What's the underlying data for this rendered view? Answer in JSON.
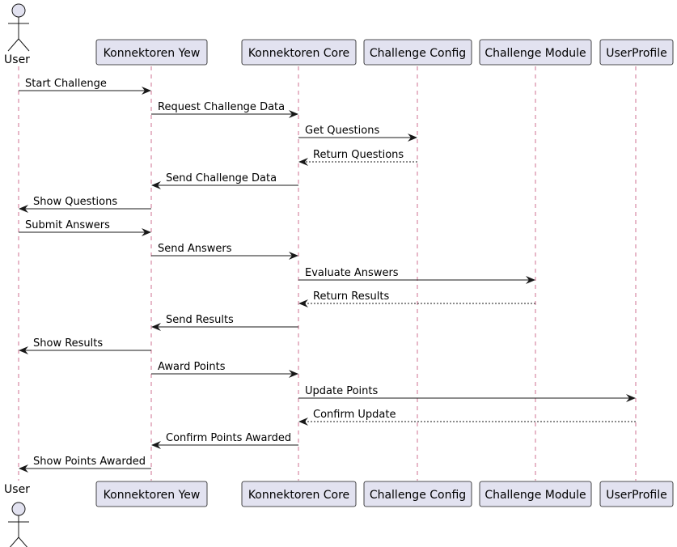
{
  "participants": [
    {
      "id": "user",
      "label": "User",
      "kind": "actor"
    },
    {
      "id": "yew",
      "label": "Konnektoren Yew",
      "kind": "participant"
    },
    {
      "id": "core",
      "label": "Konnektoren Core",
      "kind": "participant"
    },
    {
      "id": "config",
      "label": "Challenge Config",
      "kind": "participant"
    },
    {
      "id": "module",
      "label": "Challenge Module",
      "kind": "participant"
    },
    {
      "id": "profile",
      "label": "UserProfile",
      "kind": "participant"
    }
  ],
  "messages": [
    {
      "from": "user",
      "to": "yew",
      "label": "Start Challenge",
      "style": "solid"
    },
    {
      "from": "yew",
      "to": "core",
      "label": "Request Challenge Data",
      "style": "solid"
    },
    {
      "from": "core",
      "to": "config",
      "label": "Get Questions",
      "style": "solid"
    },
    {
      "from": "config",
      "to": "core",
      "label": "Return Questions",
      "style": "dashed"
    },
    {
      "from": "core",
      "to": "yew",
      "label": "Send Challenge Data",
      "style": "solid"
    },
    {
      "from": "yew",
      "to": "user",
      "label": "Show Questions",
      "style": "solid"
    },
    {
      "from": "user",
      "to": "yew",
      "label": "Submit Answers",
      "style": "solid"
    },
    {
      "from": "yew",
      "to": "core",
      "label": "Send Answers",
      "style": "solid"
    },
    {
      "from": "core",
      "to": "module",
      "label": "Evaluate Answers",
      "style": "solid"
    },
    {
      "from": "module",
      "to": "core",
      "label": "Return Results",
      "style": "dashed"
    },
    {
      "from": "core",
      "to": "yew",
      "label": "Send Results",
      "style": "solid"
    },
    {
      "from": "yew",
      "to": "user",
      "label": "Show Results",
      "style": "solid"
    },
    {
      "from": "yew",
      "to": "core",
      "label": "Award Points",
      "style": "solid"
    },
    {
      "from": "core",
      "to": "profile",
      "label": "Update Points",
      "style": "solid"
    },
    {
      "from": "profile",
      "to": "core",
      "label": "Confirm Update",
      "style": "dashed"
    },
    {
      "from": "core",
      "to": "yew",
      "label": "Confirm Points Awarded",
      "style": "solid"
    },
    {
      "from": "yew",
      "to": "user",
      "label": "Show Points Awarded",
      "style": "solid"
    }
  ]
}
